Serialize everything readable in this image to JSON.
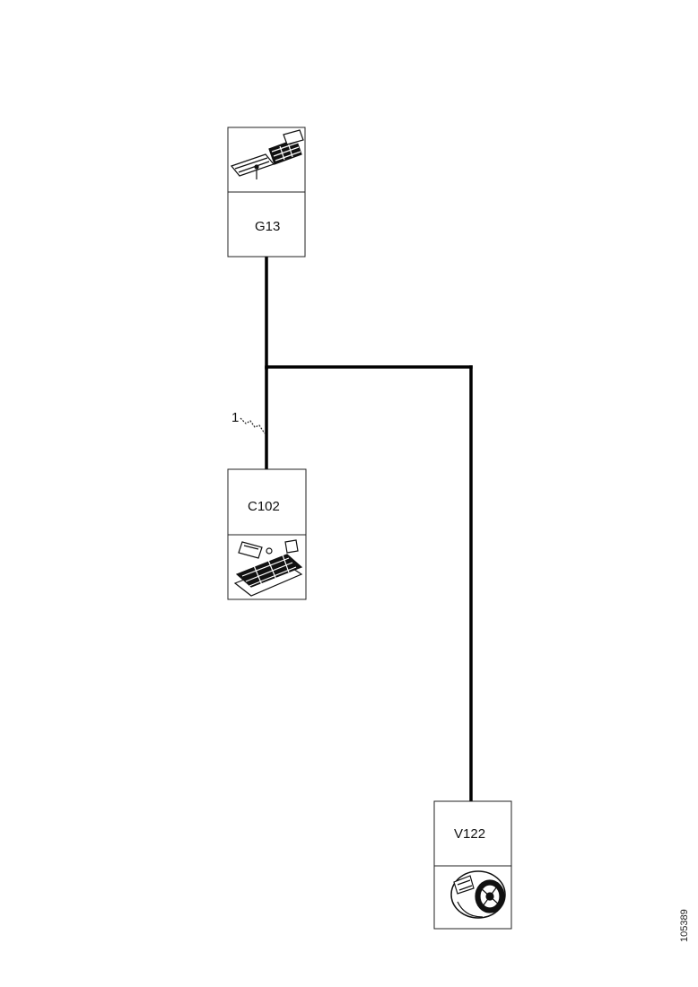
{
  "components": {
    "g13": {
      "label": "G13"
    },
    "c102": {
      "label": "C102"
    },
    "v122": {
      "label": "V122"
    }
  },
  "wire_callout": {
    "label": "1"
  },
  "figure_ref": {
    "code": "105389"
  },
  "colors": {
    "line": "#000000",
    "box_border": "#222222",
    "background": "#ffffff"
  }
}
